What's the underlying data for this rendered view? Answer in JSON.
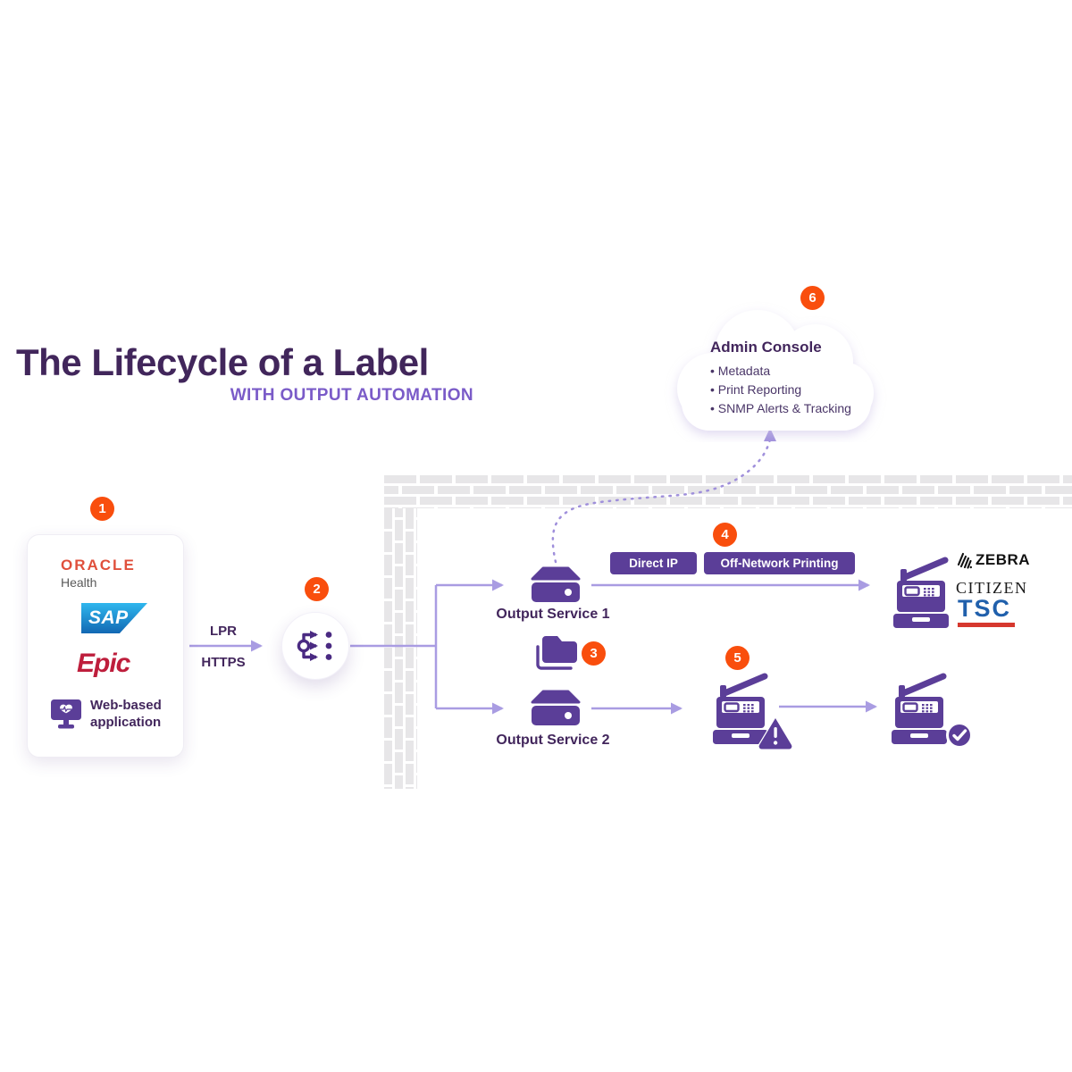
{
  "title": {
    "heading": "The Lifecycle of a Label",
    "subheading": "WITH OUTPUT AUTOMATION"
  },
  "step_badges": [
    "1",
    "2",
    "3",
    "4",
    "5",
    "6"
  ],
  "source_card": {
    "oracle_name": "ORACLE",
    "oracle_sub": "Health",
    "sap": "SAP",
    "epic": "Epic",
    "web_app": "Web-based application"
  },
  "protocols": {
    "lpr": "LPR",
    "https": "HTTPS"
  },
  "services": {
    "service1": "Output Service 1",
    "service2": "Output Service 2"
  },
  "print_modes": {
    "direct_ip": "Direct IP",
    "off_network": "Off-Network Printing"
  },
  "admin_console": {
    "title": "Admin Console",
    "items": [
      "Metadata",
      "Print Reporting",
      "SNMP Alerts & Tracking"
    ]
  },
  "printer_brands": {
    "zebra": "ZEBRA",
    "citizen": "CITIZEN",
    "tsc": "TSC"
  },
  "colors": {
    "accent_orange": "#F94E0D",
    "purple_dark_text": "#42265C",
    "purple_icon": "#5B3E98",
    "purple_line": "#A99CE2",
    "subtitle_purple": "#7A5BC8",
    "brick_gray": "#E7E6E8",
    "epic_red": "#BE1E3C",
    "oracle_red": "#E0503C",
    "tsc_blue": "#2060AC",
    "tsc_red": "#D6382E"
  }
}
